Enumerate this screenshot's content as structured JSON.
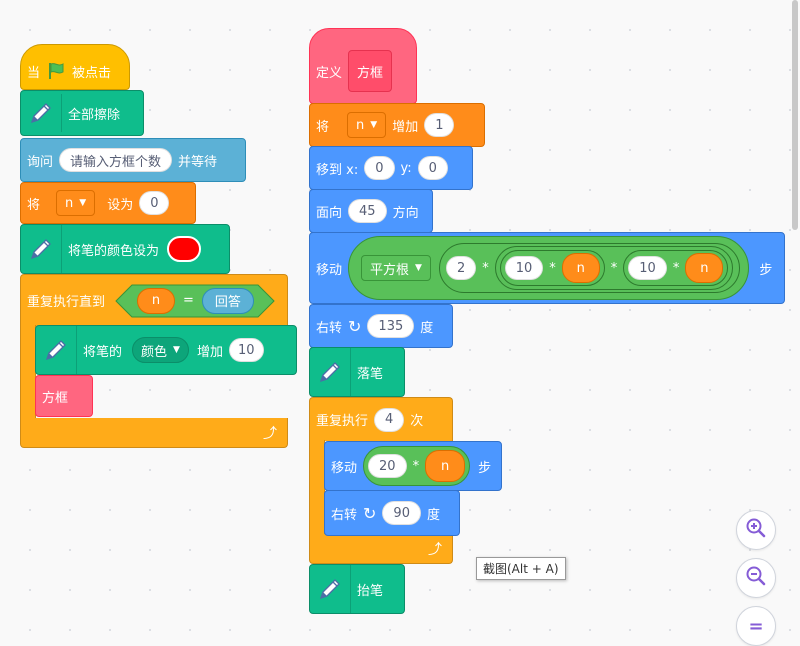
{
  "script1": {
    "hat_when": "当",
    "hat_clicked": "被点击",
    "clear": "全部擦除",
    "ask": "询问",
    "ask_input": "请输入方框个数",
    "ask_wait": "并等待",
    "set_prefix": "将",
    "set_var": "n",
    "set_to": "设为",
    "set_value": "0",
    "pen_color_label": "将笔的颜色设为",
    "pen_color_value": "#ff0000",
    "repeat_until": "重复执行直到",
    "cond_left": "n",
    "cond_op": "=",
    "cond_right": "回答",
    "change_pen_prefix": "将笔的",
    "change_pen_param": "颜色",
    "change_pen_by": "增加",
    "change_pen_value": "10",
    "call_box": "方框"
  },
  "script2": {
    "define": "定义",
    "define_name": "方框",
    "change_prefix": "将",
    "change_var": "n",
    "change_by": "增加",
    "change_value": "1",
    "goto": "移到 x:",
    "goto_x": "0",
    "goto_y_label": "y:",
    "goto_y": "0",
    "point": "面向",
    "point_value": "45",
    "point_dir": "方向",
    "move": "移动",
    "sqrt_op": "平方根",
    "sqrt_factor": "2",
    "times": "*",
    "ten_a": "10",
    "n_a": "n",
    "ten_b": "10",
    "n_b": "n",
    "steps": "步",
    "turn": "右转",
    "turn_value": "135",
    "degrees": "度",
    "pen_down": "落笔",
    "repeat": "重复执行",
    "repeat_count": "4",
    "repeat_times": "次",
    "inner_move": "移动",
    "inner_move_a": "20",
    "inner_move_n": "n",
    "inner_turn": "右转",
    "inner_turn_value": "90",
    "pen_up": "抬笔"
  },
  "tooltip": "截图(Alt + A)",
  "zoom": {
    "in": "zoom-in",
    "out": "zoom-out",
    "reset": "="
  }
}
